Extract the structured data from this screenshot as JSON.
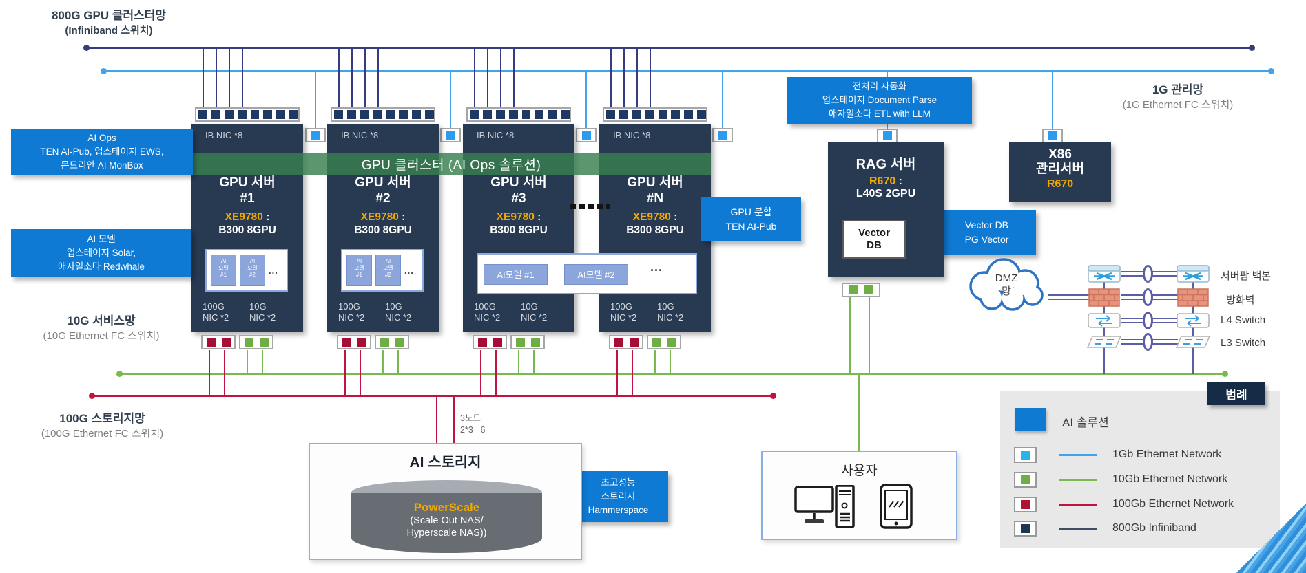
{
  "nets": {
    "cluster": {
      "l1": "800G GPU 클러스터망",
      "l2": "(Infiniband 스위치)"
    },
    "mgmt": {
      "l1": "1G 관리망",
      "l2": "(1G Ethernet FC 스위치)"
    },
    "service": {
      "l1": "10G 서비스망",
      "l2": "(10G Ethernet FC 스위치)"
    },
    "storage": {
      "l1": "100G 스토리지망",
      "l2": "(100G Ethernet FC 스위치)"
    }
  },
  "band": {
    "label": "GPU 클러스터 (AI Ops 솔루션)"
  },
  "servers": {
    "common": {
      "title": "GPU 서버",
      "ib": "IB NIC *8",
      "model": "XE9780",
      "colon": " :",
      "gpus": "B300 8GPU",
      "n100": "100G",
      "n10": "10G",
      "x2": "NIC *2"
    },
    "units": [
      "#1",
      "#2",
      "#3",
      "#N"
    ],
    "chip1": "AI\n모델\n#1",
    "chip2": "AI\n모델\n#2",
    "wide1": "AI모델 #1",
    "wide2": "AI모델 #2",
    "dots": "..."
  },
  "callouts": {
    "ai_ops": {
      "l1": "AI Ops",
      "l2": "TEN AI-Pub, 업스테이지 EWS,",
      "l3": "몬드리안 AI MonBox"
    },
    "ai_model": {
      "l1": "AI 모델",
      "l2": "업스테이지 Solar,",
      "l3": "애자일소다 Redwhale"
    },
    "preprocess": {
      "l1": "전처리 자동화",
      "l2": "업스테이지 Document Parse",
      "l3": "애자일소다 ETL with LLM"
    },
    "gpu_split": {
      "l1": "GPU 분할",
      "l2": "TEN AI-Pub"
    },
    "vector": {
      "l1": "Vector DB",
      "l2": "PG Vector"
    },
    "hp_storage": {
      "l1": "초고성능",
      "l2": "스토리지",
      "l3": "Hammerspace"
    }
  },
  "rag": {
    "title": "RAG 서버",
    "model": "R670",
    "colon": " :",
    "gpus": "L40S 2GPU",
    "db1": "Vector",
    "db2": "DB"
  },
  "mgmt_server": {
    "l1": "X86",
    "l2": "관리서버",
    "model": "R670"
  },
  "storage_box": {
    "title": "AI 스토리지",
    "product": "PowerScale",
    "d1": "(Scale Out NAS/",
    "d2": "Hyperscale NAS))",
    "note1": "3노드",
    "note2": "2*3 =6"
  },
  "users": {
    "title": "사용자"
  },
  "dmz": {
    "l1": "DMZ",
    "l2": "망"
  },
  "stack": {
    "r1": "서버팜 백본",
    "r2": "방화벽",
    "r3": "L4 Switch",
    "r4": "L3 Switch"
  },
  "legend": {
    "tab": "범례",
    "ai": "AI 솔루션",
    "rows": [
      {
        "label": "1Gb Ethernet Network",
        "line": "#41a3ee",
        "swatch": "#29b5ea"
      },
      {
        "label": "10Gb Ethernet Network",
        "line": "#7cba59",
        "swatch": "#6fae44"
      },
      {
        "label": "100Gb Ethernet Network",
        "line": "#bf1442",
        "swatch": "#b01236"
      },
      {
        "label": "800Gb Infiniband",
        "line": "#3e4d63",
        "swatch": "#1f3550"
      }
    ]
  },
  "colors": {
    "accent_blue": "#0e7ad4",
    "line_1g": "#41a3ee",
    "line_10g": "#79b94f",
    "line_100g": "#bf1442",
    "line_800g": "#363c7e",
    "server_navy": "#273a52",
    "band_green": "#3f8157",
    "highlight_orange": "#f2a900"
  }
}
